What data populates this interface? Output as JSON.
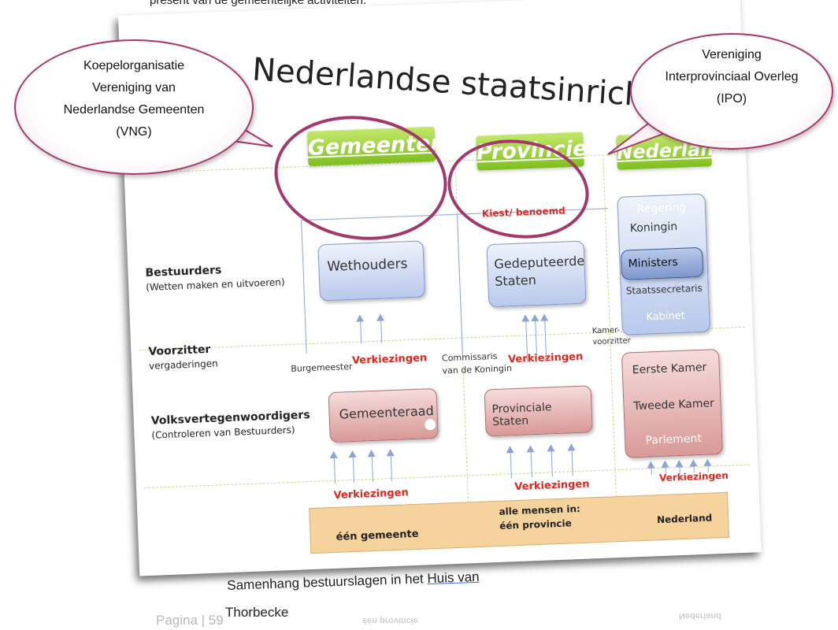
{
  "top_text": "present van de gemeentelijke activiteiten.",
  "slide": {
    "title": "Nederlandse staatsinrichting",
    "columns": {
      "gemeenten": "Gemeenten",
      "provincies": "Provincies",
      "nederland": "Nederland"
    },
    "row_labels": {
      "bestuurders": "Bestuurders",
      "bestuurders_sub": "(Wetten maken en uitvoeren)",
      "voorzitter": "Voorzitter",
      "voorzitter_sub": "vergaderingen",
      "volks": "Volksvertegenwoordigers",
      "volks_sub": "(Controleren van Bestuurders)"
    },
    "kiest": "Kiest/ benoemd",
    "boxes": {
      "wethouders": "Wethouders",
      "gedeputeerde": "Gedeputeerde Staten",
      "regering": "Regering",
      "koningin": "Koningin",
      "ministers": "Ministers",
      "staatssecretaris": "Staatssecretaris",
      "kabinet": "Kabinet",
      "gemeenteraad": "Gemeenteraad",
      "provinciale_staten": "Provinciale Staten",
      "eerste_kamer": "Eerste Kamer",
      "tweede_kamer": "Tweede Kamer",
      "parlement": "Parlement"
    },
    "burgemeester": "Burgemeester",
    "commissaris_1": "Commissaris",
    "commissaris_2": "van de Koningin",
    "kamer_1": "Kamer-",
    "kamer_2": "voorzitter",
    "verkiezingen": "Verkiezingen",
    "bottom": {
      "gemeente": "één gemeente",
      "alle_1": "alle mensen in:",
      "alle_2": "één provincie",
      "nederland": "Nederland"
    }
  },
  "bubbles": {
    "left": "Koepelorganisatie Vereniging van Nederlandse Gemeenten (VNG)",
    "right": "Vereniging Interprovinciaal Overleg (IPO)"
  },
  "caption": {
    "before": "Samenhang bestuurslagen in het ",
    "link": "Huis  van",
    "line2": "Thorbecke"
  },
  "pagina": "Pagina | 59"
}
